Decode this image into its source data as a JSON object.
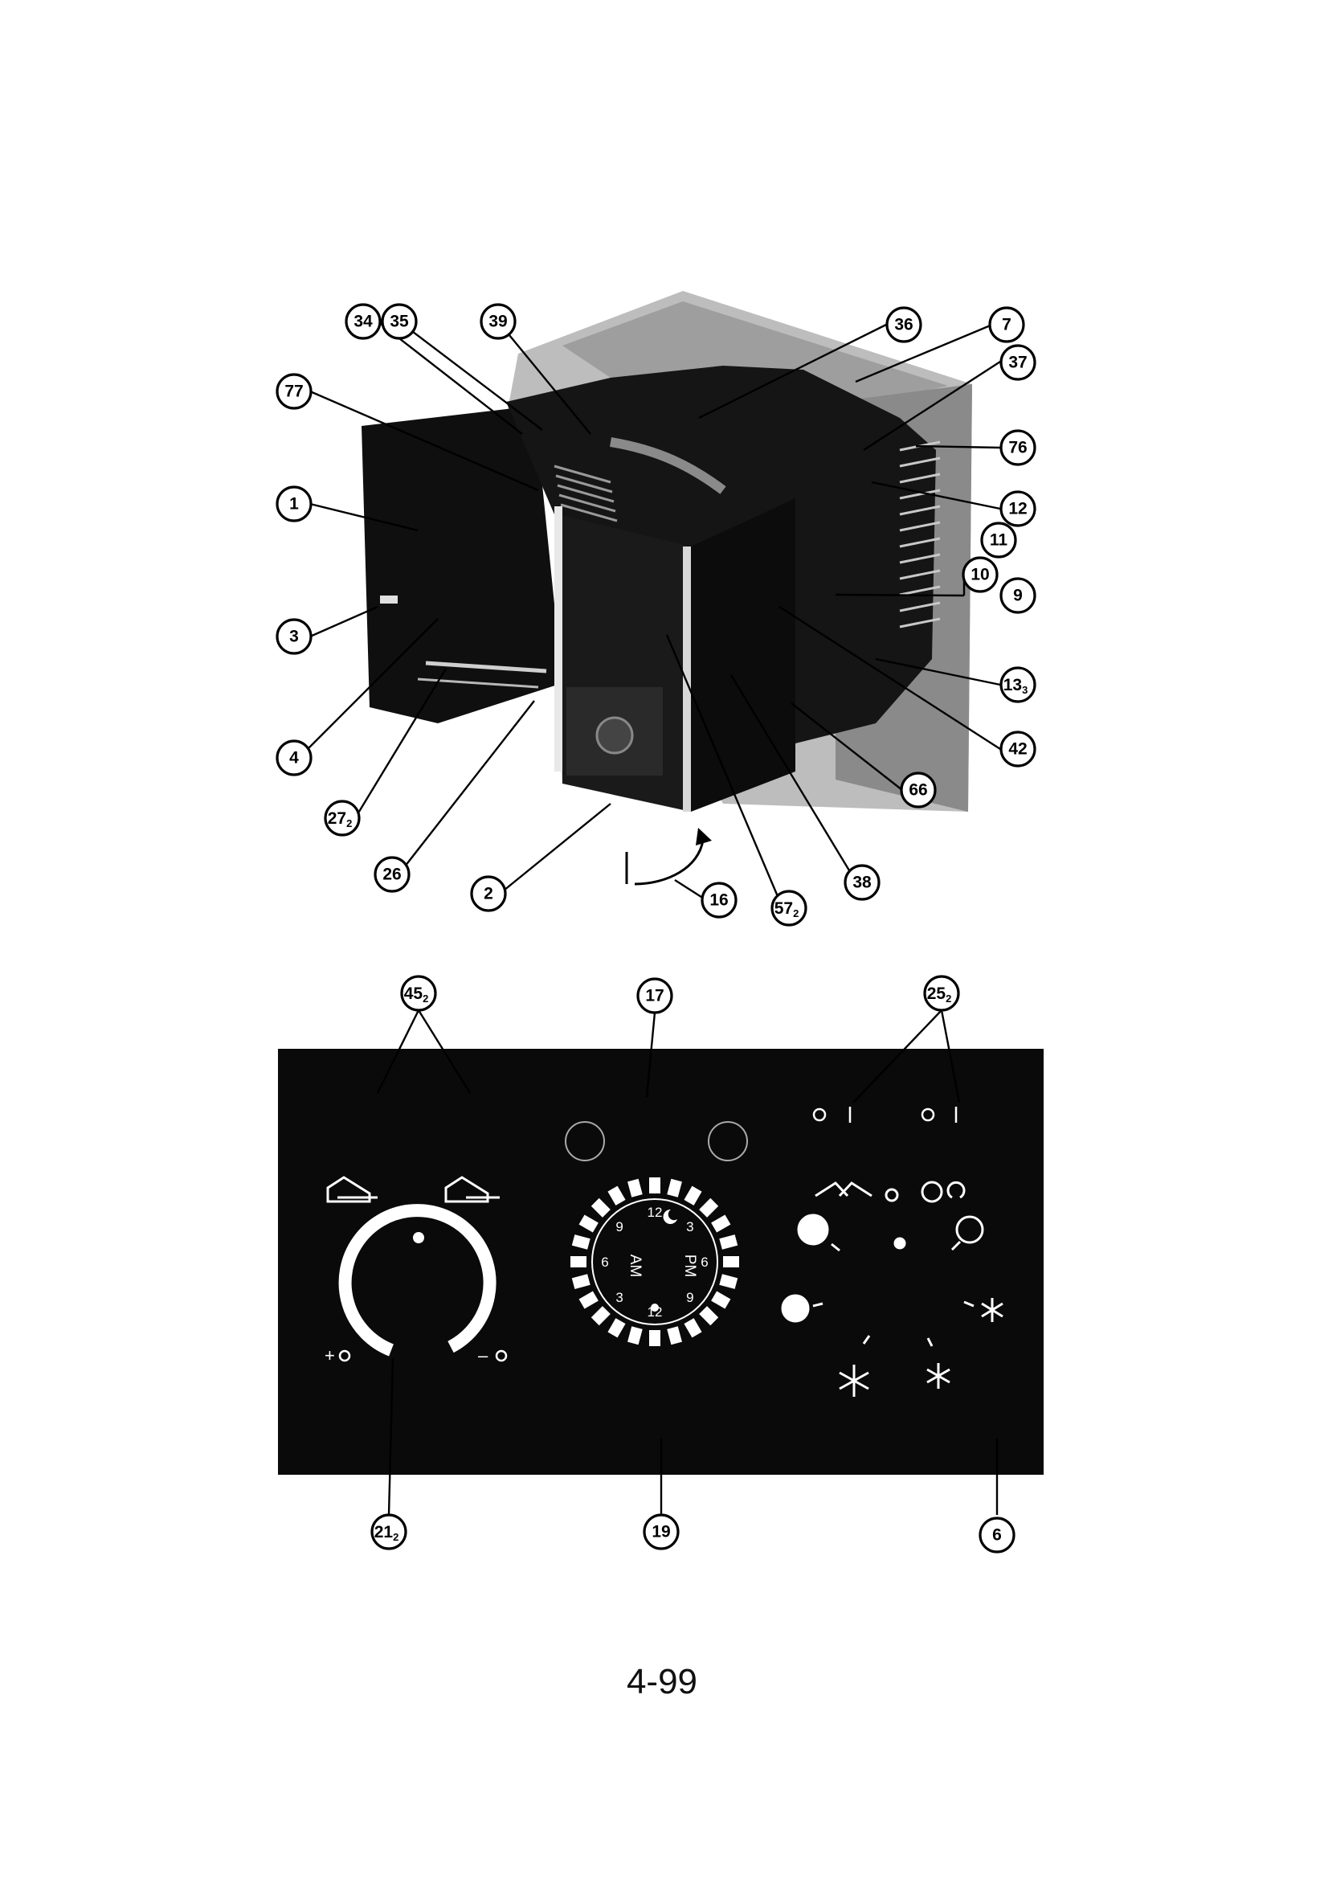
{
  "page": {
    "number": "4-99"
  },
  "unit_callouts": [
    {
      "id": "34",
      "sub": ""
    },
    {
      "id": "35",
      "sub": ""
    },
    {
      "id": "39",
      "sub": ""
    },
    {
      "id": "36",
      "sub": ""
    },
    {
      "id": "7",
      "sub": ""
    },
    {
      "id": "37",
      "sub": ""
    },
    {
      "id": "77",
      "sub": ""
    },
    {
      "id": "76",
      "sub": ""
    },
    {
      "id": "1",
      "sub": ""
    },
    {
      "id": "12",
      "sub": ""
    },
    {
      "id": "11",
      "sub": ""
    },
    {
      "id": "10",
      "sub": ""
    },
    {
      "id": "9",
      "sub": ""
    },
    {
      "id": "3",
      "sub": ""
    },
    {
      "id": "13",
      "sub": "3"
    },
    {
      "id": "42",
      "sub": ""
    },
    {
      "id": "4",
      "sub": ""
    },
    {
      "id": "66",
      "sub": ""
    },
    {
      "id": "27",
      "sub": "2"
    },
    {
      "id": "26",
      "sub": ""
    },
    {
      "id": "2",
      "sub": ""
    },
    {
      "id": "16",
      "sub": ""
    },
    {
      "id": "57",
      "sub": "2"
    },
    {
      "id": "38",
      "sub": ""
    }
  ],
  "panel_callouts": [
    {
      "id": "45",
      "sub": "2"
    },
    {
      "id": "17",
      "sub": ""
    },
    {
      "id": "25",
      "sub": "2"
    },
    {
      "id": "21",
      "sub": "2"
    },
    {
      "id": "19",
      "sub": ""
    },
    {
      "id": "6",
      "sub": ""
    }
  ],
  "panel": {
    "dial_marks": {
      "plus": "+",
      "minus": "–"
    },
    "timer": {
      "ring_numbers": [
        "12",
        "3",
        "6",
        "9",
        "12",
        "3",
        "6",
        "9"
      ],
      "am": "AM",
      "pm": "PM"
    },
    "colors": {
      "panel": "#0a0a0a",
      "marking": "#ffffff"
    }
  }
}
